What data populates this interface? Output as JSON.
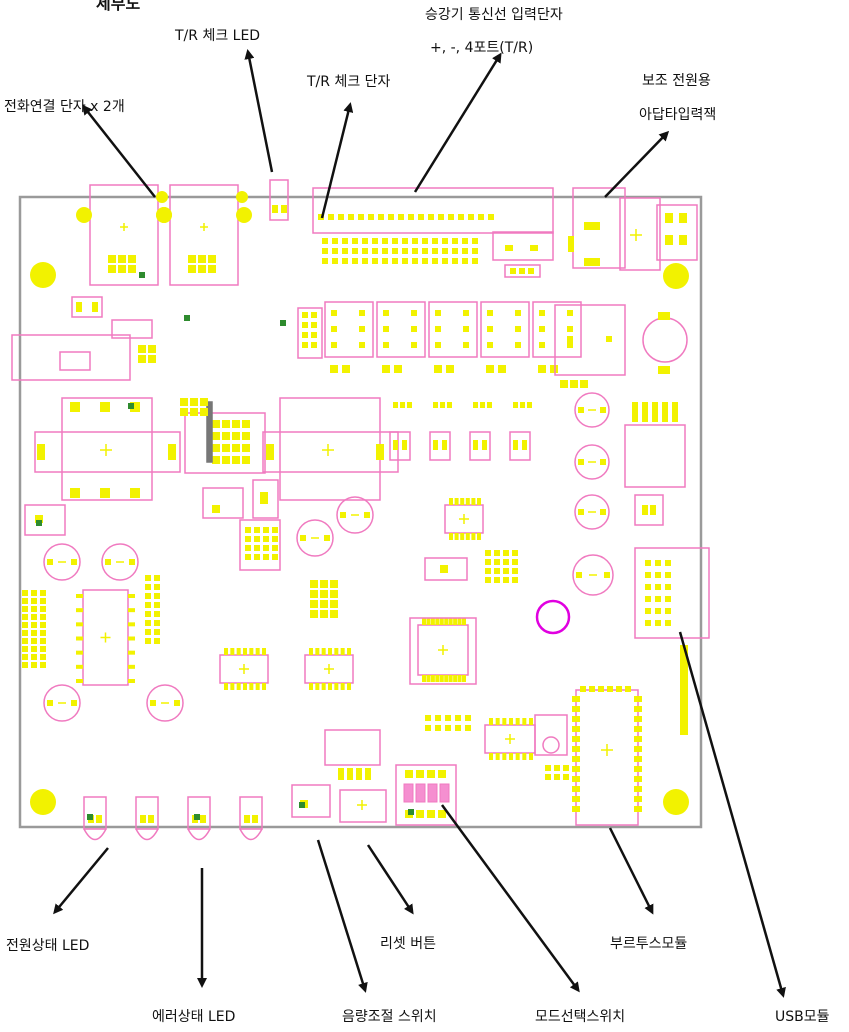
{
  "title_text": "세부도",
  "labels": {
    "tr_led": "T/R 체크 LED",
    "comm_terminal": "승강기 통신선 입력단자",
    "comm_ports": "+, -, 4포트(T/R)",
    "phone_terminal": "전화연결 단자 x 2개",
    "tr_terminal": "T/R 체크 단자",
    "aux_power_1": "보조 전원용",
    "aux_power_2": "아답타입력잭",
    "power_led": "전원상태 LED",
    "reset_button": "리셋 버튼",
    "bluetooth": "부르투스모듈",
    "error_led": "에러상태 LED",
    "volume_switch": "음량조절 스위치",
    "mode_switch": "모드선택스위치",
    "usb_module": "USB모듈"
  },
  "colors": {
    "board_border": "#9a9a9a",
    "silk": "#f07ac0",
    "pad": "#f2f200",
    "magenta": "#e000e0",
    "green": "#2e8b2e",
    "arrow": "#111111"
  }
}
